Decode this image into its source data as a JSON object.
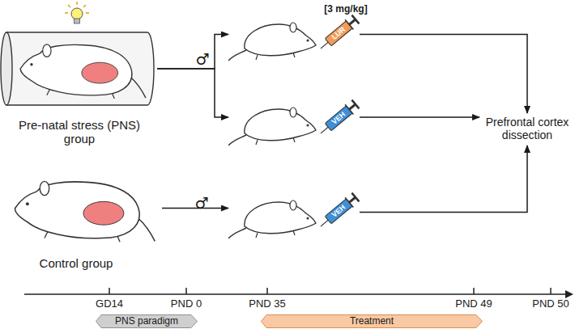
{
  "diagram": {
    "nodes": [
      {
        "text": [
          "Pre-natal stress (PNS) group"
        ]
      },
      {
        "text": [
          "Control group"
        ]
      },
      {
        "text": [
          "[3 mg/kg]",
          "LUR"
        ]
      },
      {
        "text": [
          "VEH"
        ]
      },
      {
        "text": [
          "VEH"
        ]
      },
      {
        "text": [
          "Prefrontal cortex dissection"
        ]
      },
      {
        "text": [
          "PNS paradigm"
        ]
      },
      {
        "text": [
          "Treatment"
        ]
      }
    ],
    "edges": [
      {
        "from": 0,
        "to": 2,
        "arrow": "to"
      },
      {
        "from": 0,
        "to": 3,
        "arrow": "to"
      },
      {
        "from": 1,
        "to": 4,
        "arrow": "to"
      },
      {
        "from": 2,
        "to": 5,
        "arrow": "to"
      },
      {
        "from": 3,
        "to": 5,
        "arrow": "to"
      },
      {
        "from": 4,
        "to": 5,
        "arrow": "to"
      }
    ],
    "labels": [
      "♂",
      "♂",
      "GD14",
      "PND 0",
      "PND 35",
      "PND 49",
      "PND 50"
    ]
  }
}
